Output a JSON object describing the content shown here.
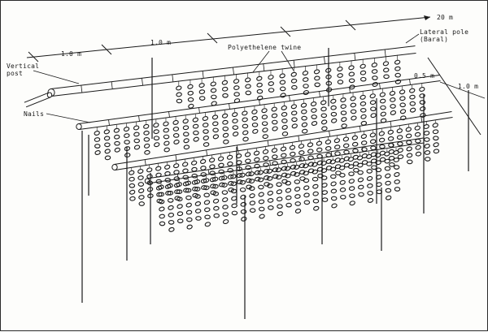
{
  "labels": {
    "length_20m": "20 m",
    "spacing_1m_top": "1.0 m",
    "spacing_1m_left": "1.0 m",
    "spacing_1m_right": "1.0 m",
    "spacing_half_m": "0.5 m",
    "twine": "Polyethelene twine",
    "lateral_pole": "Lateral pole (Baral)",
    "vertical_post": "Vertical post",
    "nails": "Nails"
  },
  "colors": {
    "ink": "#1a1a1a",
    "paper": "#fdfdfb"
  }
}
